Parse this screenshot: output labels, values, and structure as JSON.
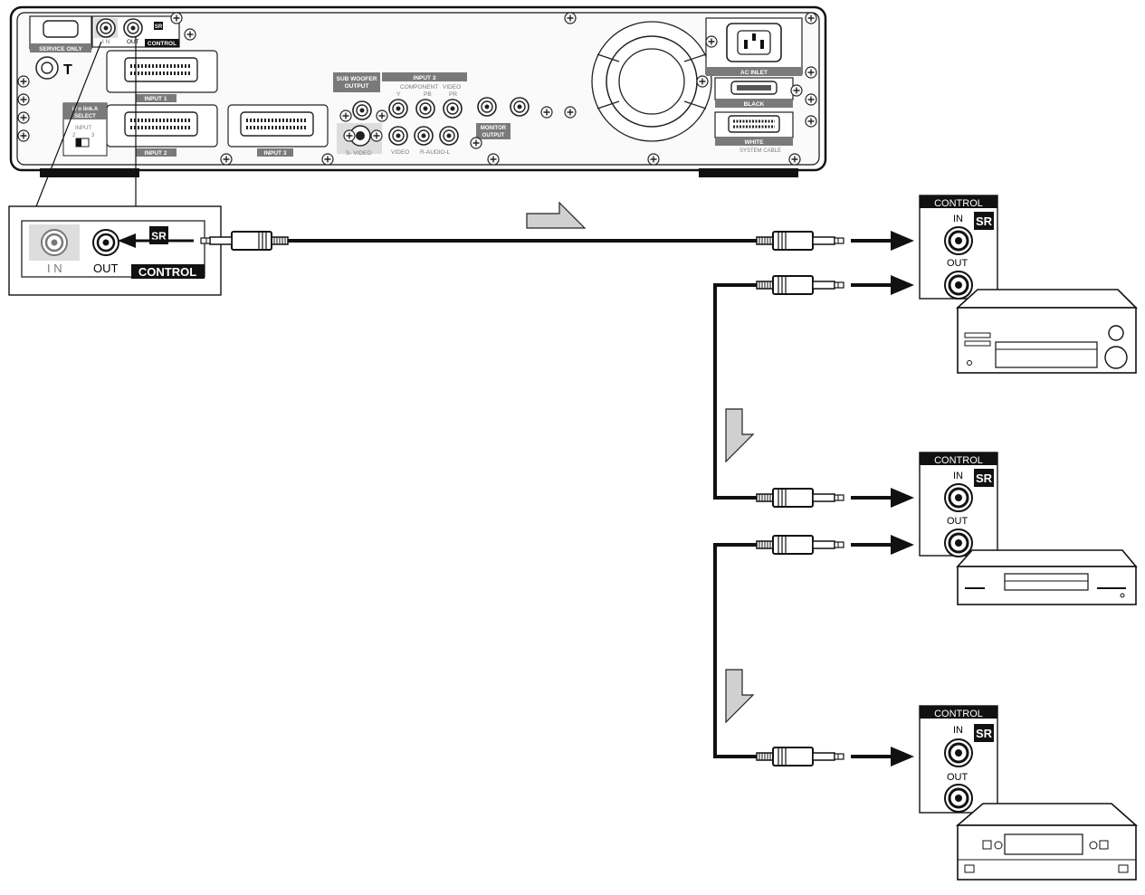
{
  "rear_panel": {
    "service_only": "SERVICE ONLY",
    "in": "I N",
    "out": "OUT",
    "control": "CONTROL",
    "sr_badge": "SR",
    "input1": "INPUT 1",
    "input2": "INPUT 2",
    "input3_scart": "INPUT 3",
    "io_link_line1": "i / o link.A",
    "io_link_line2": "SELECT",
    "io_input": "INPUT",
    "io_sel_2": "2",
    "io_sel_3": "3",
    "sub_woofer_1": "SUB WOOFER",
    "sub_woofer_2": "OUTPUT",
    "input3_header": "INPUT 3",
    "component": "COMPONENT",
    "video_hdr": "VIDEO",
    "y": "Y",
    "pb": "PB",
    "pr": "PR",
    "s_video": "S- VIDEO",
    "video": "VIDEO",
    "r_audio_l": "R-AUDIO-L",
    "monitor_output_1": "MONITOR",
    "monitor_output_2": "OUTPUT",
    "ac_inlet": "AC INLET",
    "black": "BLACK",
    "white": "WHITE",
    "system_cable": "SYSTEM CABLE"
  },
  "zoom": {
    "in": "I N",
    "out": "OUT",
    "control": "CONTROL",
    "sr_badge": "SR"
  },
  "devices": [
    {
      "control": "CONTROL",
      "in": "IN",
      "out": "OUT",
      "sr": "SR"
    },
    {
      "control": "CONTROL",
      "in": "IN",
      "out": "OUT",
      "sr": "SR"
    },
    {
      "control": "CONTROL",
      "in": "IN",
      "out": "OUT",
      "sr": "SR"
    }
  ]
}
